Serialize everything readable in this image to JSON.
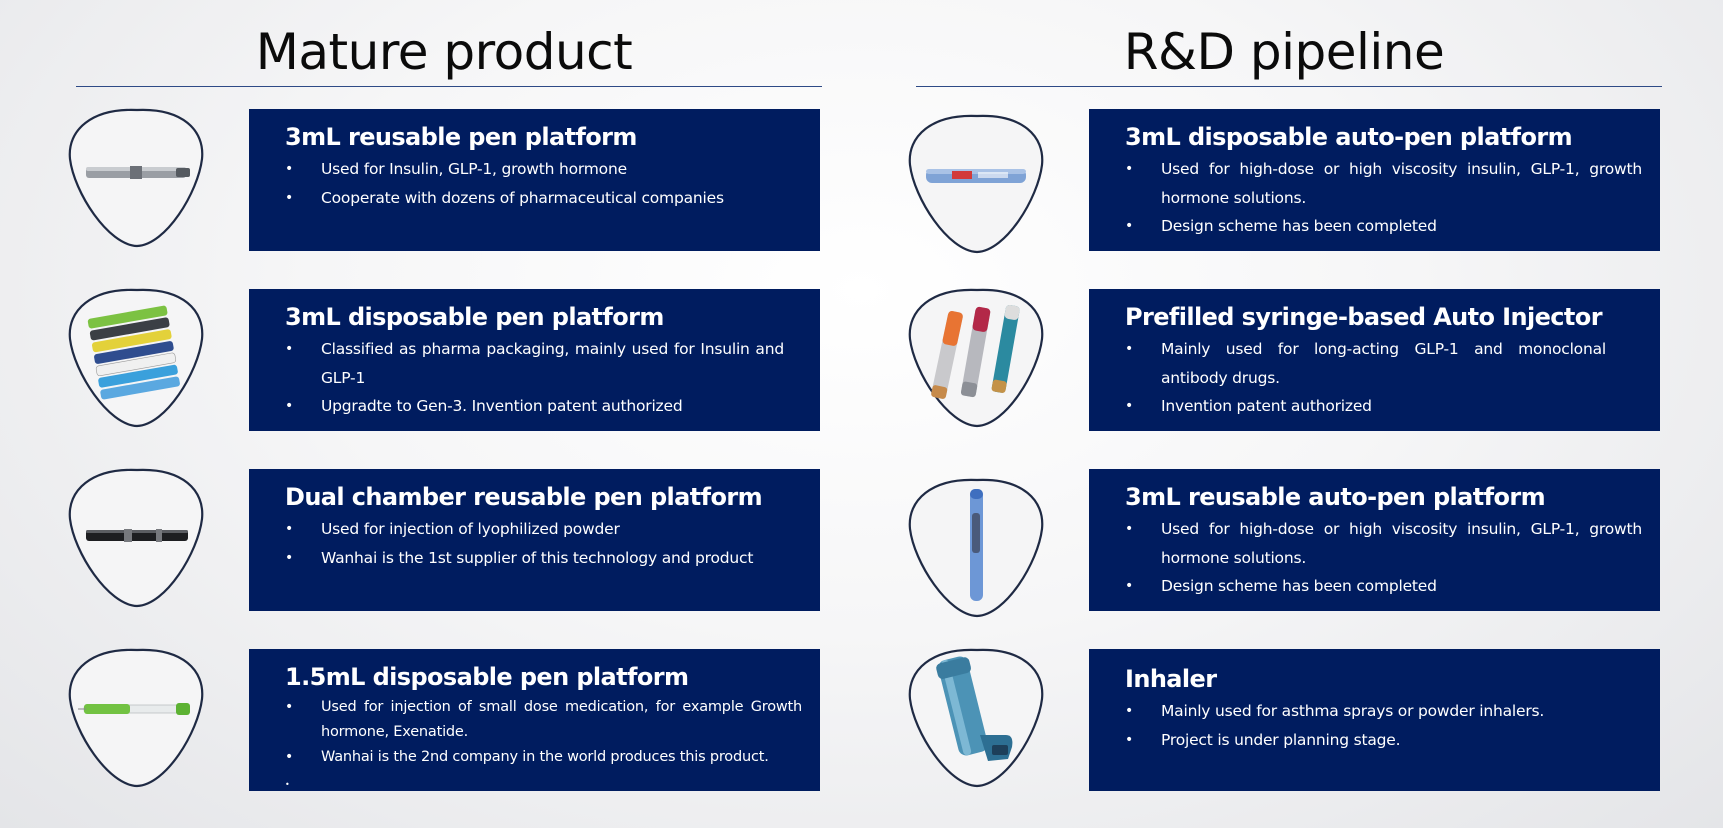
{
  "mature": {
    "title": "Mature product",
    "items": [
      {
        "title": "3mL reusable pen platform",
        "bullets": [
          "Used for Insulin, GLP-1, growth hormone",
          "Cooperate with dozens of pharmaceutical companies"
        ],
        "image": "silver-reusable-pen"
      },
      {
        "title": "3mL disposable pen platform",
        "bullets": [
          "Classified as pharma packaging, mainly used for Insulin and GLP-1",
          "Upgradte to Gen-3. Invention patent authorized"
        ],
        "image": "colorful-disposable-pens"
      },
      {
        "title": "Dual chamber reusable pen platform",
        "bullets": [
          "Used for injection of lyophilized powder",
          "Wanhai is the 1st supplier of this technology and product"
        ],
        "image": "black-dual-chamber-pen"
      },
      {
        "title": "1.5mL disposable pen platform",
        "bullets": [
          "Used for injection of small dose medication, for example Growth hormone, Exenatide.",
          "Wanhai is the 2nd company in the world produces this product."
        ],
        "image": "green-disposable-pen"
      }
    ]
  },
  "pipeline": {
    "title": "R&D pipeline",
    "items": [
      {
        "title": "3mL disposable auto-pen platform",
        "bullets": [
          "Used for high-dose or high viscosity insulin, GLP-1, growth hormone solutions.",
          "Design scheme has been completed"
        ],
        "image": "blue-auto-pen"
      },
      {
        "title": "Prefilled syringe-based Auto Injector",
        "bullets": [
          "Mainly used for long-acting GLP-1 and monoclonal antibody drugs.",
          "Invention patent authorized"
        ],
        "image": "auto-injectors"
      },
      {
        "title": "3mL reusable auto-pen platform",
        "bullets": [
          "Used for high-dose or high viscosity insulin, GLP-1, growth hormone solutions.",
          "Design scheme has been completed"
        ],
        "image": "vertical-blue-pen"
      },
      {
        "title": "Inhaler",
        "bullets": [
          "Mainly used for asthma sprays or powder inhalers.",
          "Project is under planning stage."
        ],
        "image": "teal-inhaler"
      }
    ]
  },
  "colors": {
    "card_bg": "#001c5f",
    "rule": "#2e4a86",
    "pick_outline": "#1f2a44"
  }
}
